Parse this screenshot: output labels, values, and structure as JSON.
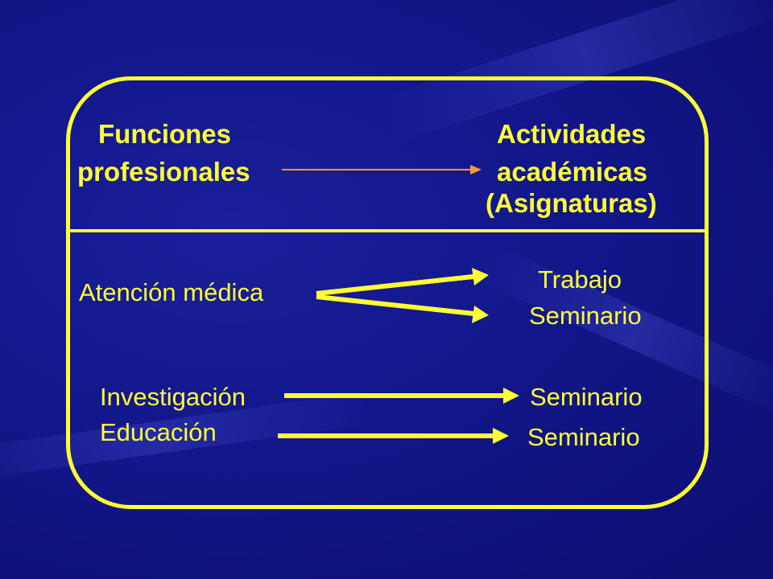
{
  "header": {
    "left_line1": "Funciones",
    "left_line2": "profesionales",
    "right_line1": "Actividades",
    "right_line2": "académicas",
    "right_line3": "(Asignaturas)"
  },
  "rows": [
    {
      "function": "Atención médica",
      "activities": [
        "Trabajo",
        "Seminario"
      ]
    },
    {
      "function": "Investigación",
      "activities": [
        "Seminario"
      ]
    },
    {
      "function": "Educación",
      "activities": [
        "Seminario"
      ]
    }
  ],
  "colors": {
    "background": "#12168a",
    "accent": "#ffff33",
    "header_arrow": "#ff9933"
  }
}
